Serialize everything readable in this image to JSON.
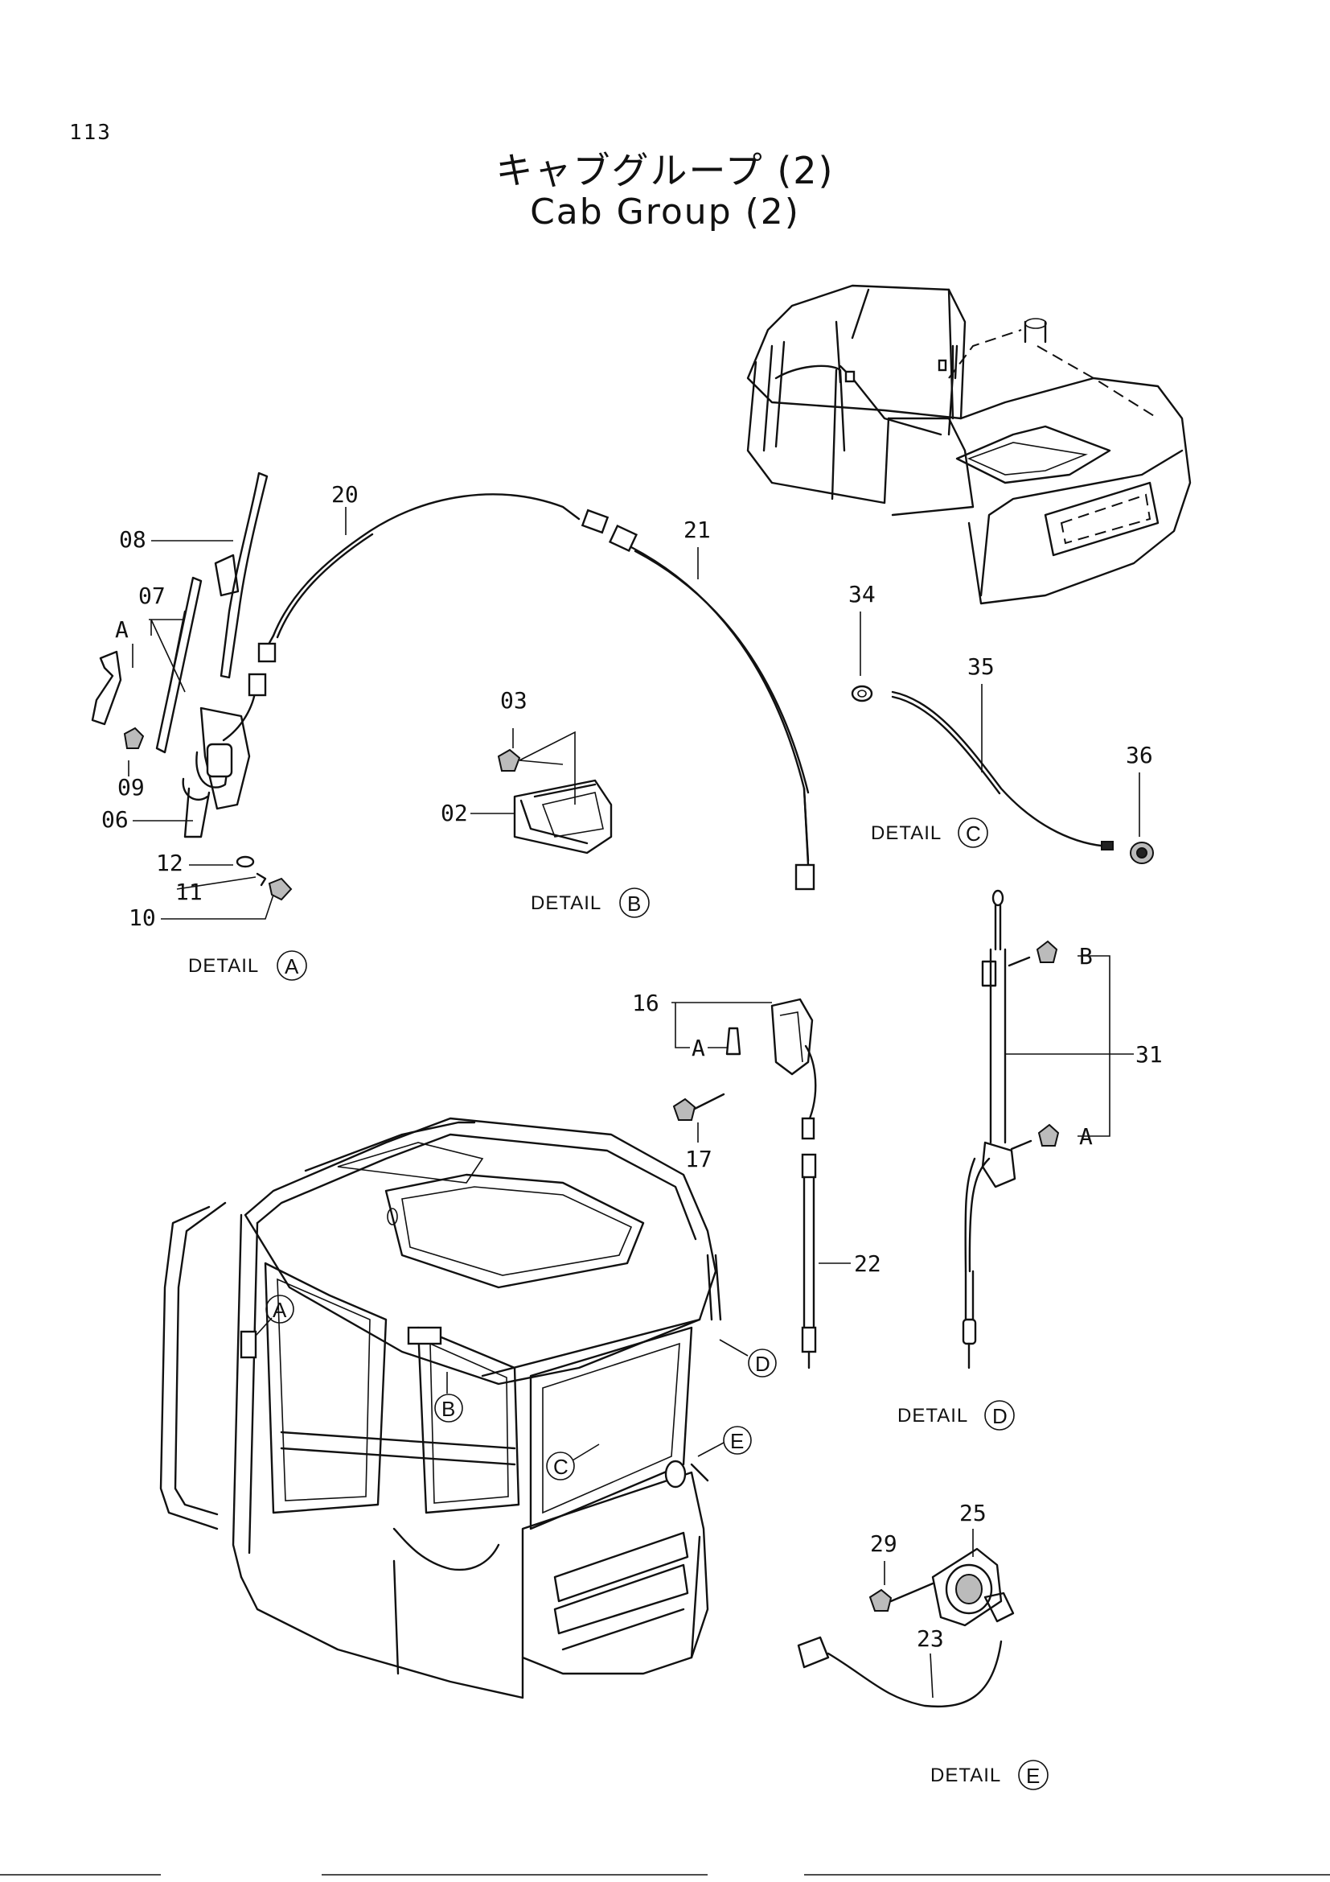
{
  "page": {
    "number": "113"
  },
  "title": {
    "japanese": "キャブグループ (2)",
    "english": "Cab Group (2)"
  },
  "details": [
    {
      "prefix": "DETAIL",
      "letter": "A"
    },
    {
      "prefix": "DETAIL",
      "letter": "B"
    },
    {
      "prefix": "DETAIL",
      "letter": "C"
    },
    {
      "prefix": "DETAIL",
      "letter": "D"
    },
    {
      "prefix": "DETAIL",
      "letter": "E"
    }
  ],
  "callouts": {
    "p02": "02",
    "p03": "03",
    "p06": "06",
    "p07": "07",
    "p08": "08",
    "p09": "09",
    "p10": "10",
    "p11": "11",
    "p12": "12",
    "p16": "16",
    "p17": "17",
    "p20": "20",
    "p21": "21",
    "p22": "22",
    "p23": "23",
    "p25": "25",
    "p29": "29",
    "p31": "31",
    "p34": "34",
    "p35": "35",
    "p36": "36"
  },
  "sub_labels": {
    "a": "A",
    "b": "B"
  },
  "cab_markers": [
    "A",
    "B",
    "C",
    "D",
    "E"
  ]
}
